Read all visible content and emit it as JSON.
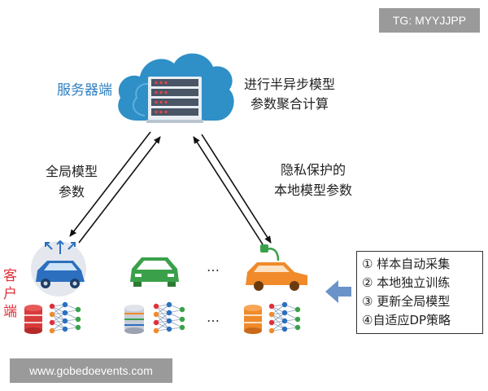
{
  "watermarks": {
    "top_right": "TG: MYYJJPP",
    "bottom_left": "www.gobedoevents.com"
  },
  "server": {
    "label": "服务器端",
    "aggregation_text_line1": "进行半异步模型",
    "aggregation_text_line2": "参数聚合计算"
  },
  "arrows": {
    "left_label_line1": "全局模型",
    "left_label_line2": "参数",
    "right_label_line1": "隐私保护的",
    "right_label_line2": "本地模型参数"
  },
  "client": {
    "label_line1": "客户",
    "label_line2": "端",
    "ellipsis_top": "…",
    "ellipsis_bottom": "…"
  },
  "steps": [
    "① 样本自动采集",
    "② 本地独立训练",
    "③ 更新全局模型",
    "④自适应DP策略"
  ],
  "colors": {
    "cloud": "#2f8fc7",
    "server_text": "#2f7fc1",
    "client_text": "#e0303a",
    "car_blue": "#2c6fbf",
    "car_green": "#3aa14a",
    "car_orange": "#f08a2a",
    "step_arrow": "#6a93c9"
  }
}
